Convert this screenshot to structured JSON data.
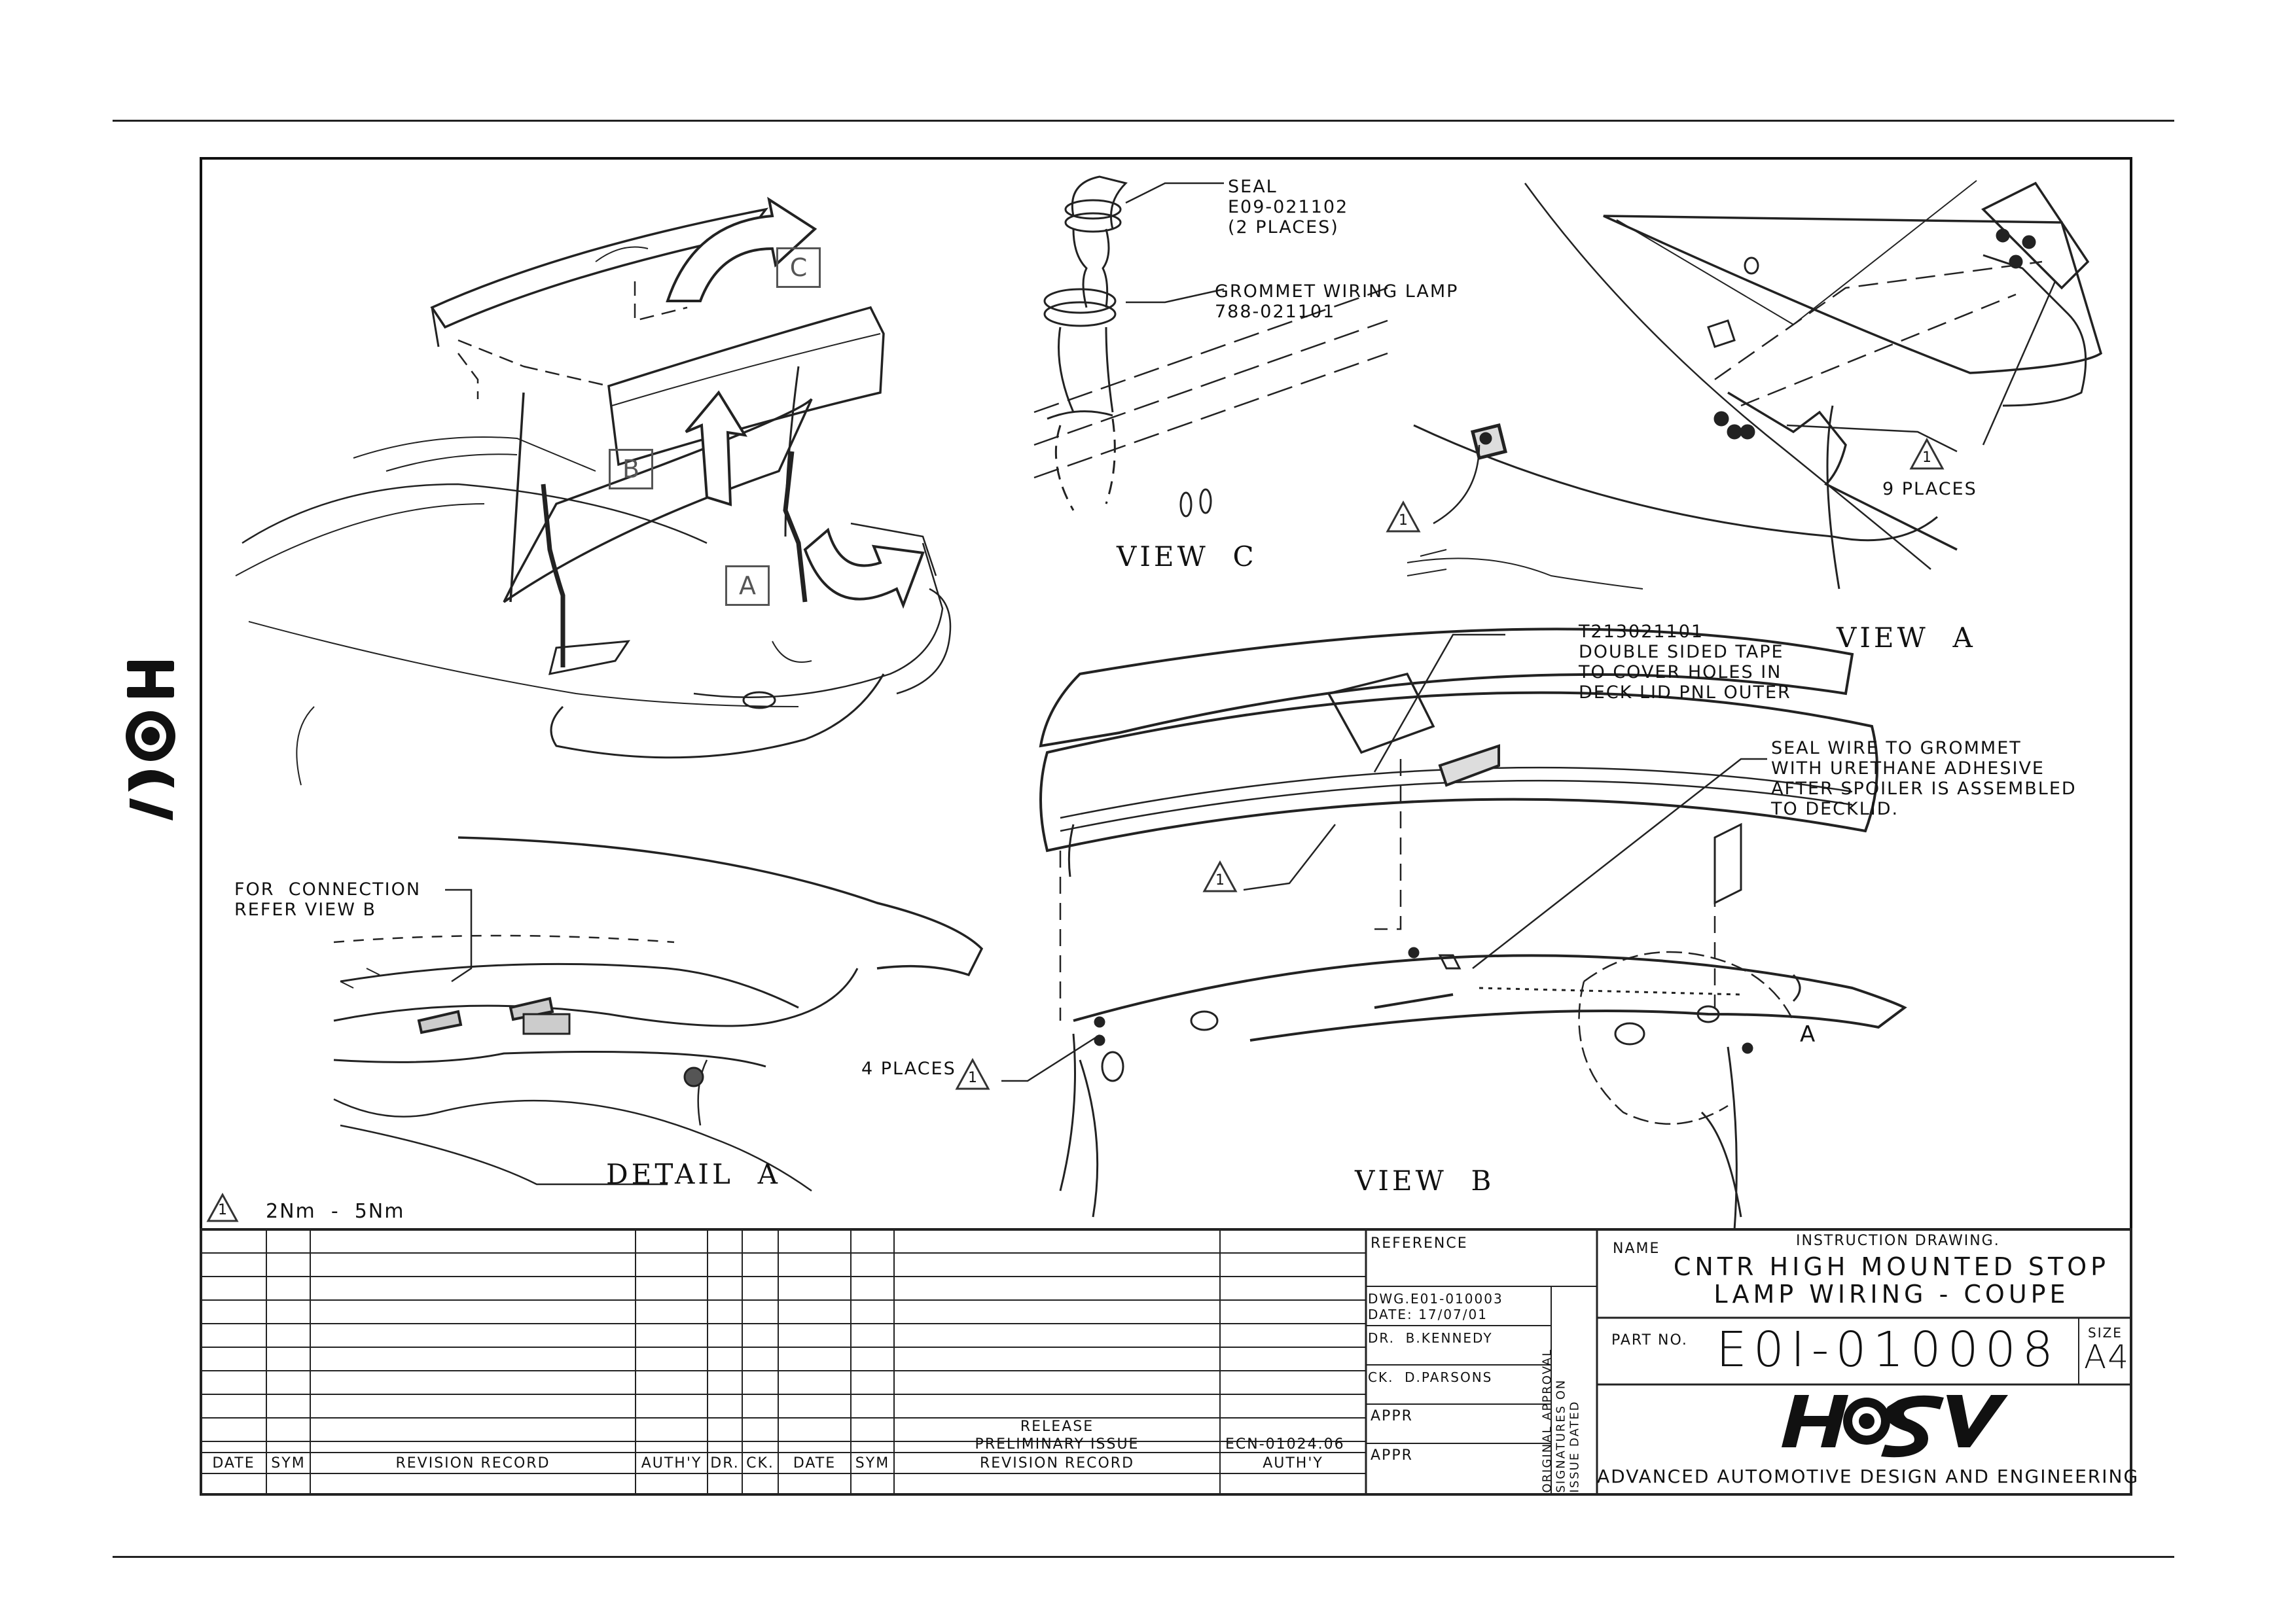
{
  "logo_text": "HSV",
  "callouts": {
    "seal": "SEAL\nE09-021102\n(2 PLACES)",
    "grommet": "GROMMET WIRING LAMP\n788-021101",
    "nine_places": "9 PLACES",
    "tape": "T213021101\nDOUBLE SIDED TAPE\nTO COVER HOLES IN\nDECK LID PNL OUTER",
    "seal_wire": "SEAL WIRE TO GROMMET\nWITH URETHANE ADHESIVE\nAFTER SPOILER IS ASSEMBLED\nTO DECKLID.",
    "connection": "FOR  CONNECTION\nREFER VIEW B",
    "four_places": "4 PLACES",
    "torque": "2Nm  -  5Nm",
    "torque_symbol": "1",
    "view_a_marker": "A"
  },
  "view_titles": {
    "view_c": "VIEW  C",
    "view_a": "VIEW  A",
    "detail_a": "DETAIL  A",
    "view_b": "VIEW  B"
  },
  "step_boxes": {
    "a": "A",
    "b": "B",
    "c": "C"
  },
  "title_block": {
    "revision_headers": [
      "DATE",
      "SYM",
      "REVISION RECORD",
      "AUTH'Y",
      "DR.",
      "CK.",
      "DATE",
      "SYM",
      "REVISION RECORD",
      "AUTH'Y"
    ],
    "release": "RELEASE",
    "preliminary": "PRELIMINARY ISSUE",
    "ecn": "ECN-01024.06",
    "reference_label": "REFERENCE",
    "dwg": "DWG.E01-010003",
    "date": "DATE: 17/07/01",
    "drawn": "DR.  B.KENNEDY",
    "checked": "CK.  D.PARSONS",
    "appr1": "APPR",
    "appr2": "APPR",
    "vertical_note": "ORIGINAL APPROVAL\nSIGNATURES ON\nISSUE DATED",
    "name_label": "NAME",
    "doc_type": "INSTRUCTION DRAWING.",
    "name_line1": "CNTR HIGH MOUNTED STOP",
    "name_line2": "LAMP WIRING - COUPE",
    "part_no_label": "PART NO.",
    "part_no": "E0I-010008",
    "size_label": "SIZE",
    "size": "A4",
    "company": "ADVANCED AUTOMOTIVE DESIGN AND ENGINEERING"
  }
}
